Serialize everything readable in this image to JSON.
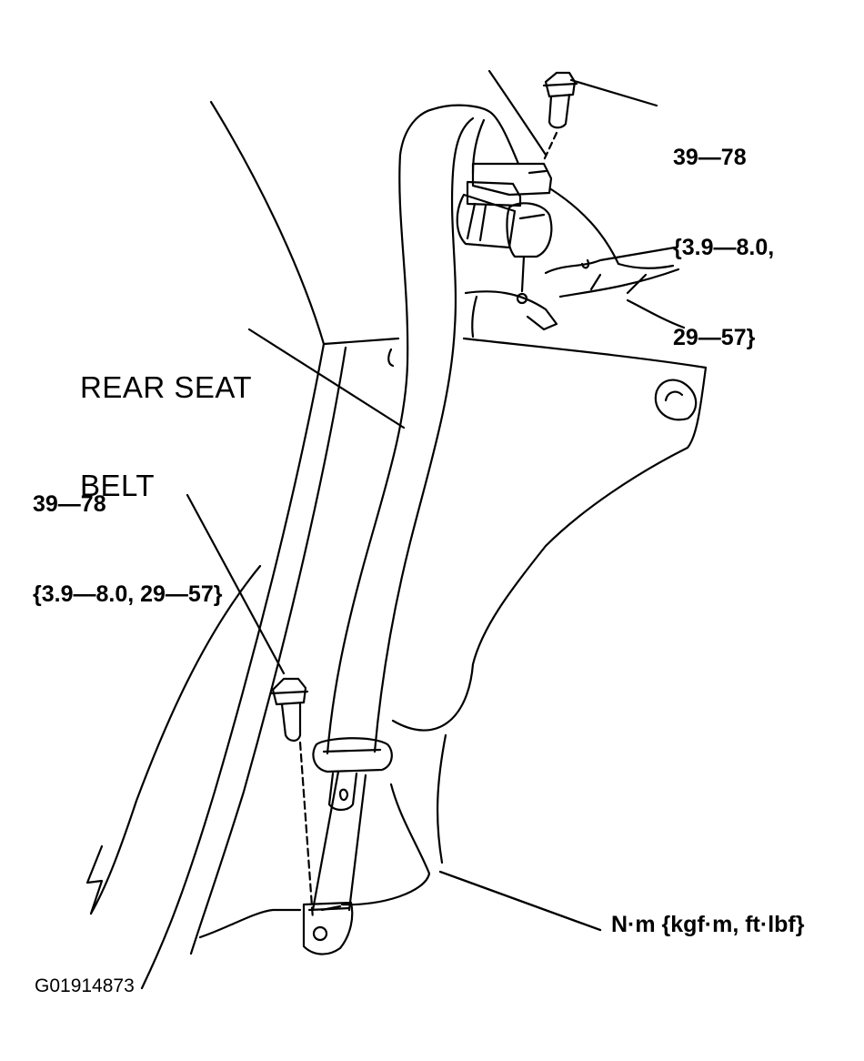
{
  "labels": {
    "torque_top": [
      "39—78",
      "{3.9—8.0,",
      "29—57}"
    ],
    "torque_left": [
      "39—78",
      "{3.9—8.0, 29—57}"
    ],
    "part_name": [
      "REAR SEAT",
      "BELT"
    ],
    "units": "N·m {kgf·m, ft·lbf}",
    "figure_code": "G01914873"
  },
  "colors": {
    "ink": "#000000",
    "paper": "#ffffff"
  }
}
